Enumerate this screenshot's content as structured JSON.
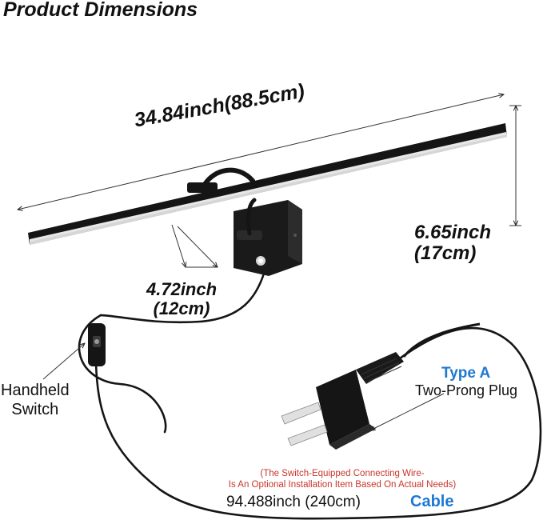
{
  "title": "Product Dimensions",
  "dimensions": {
    "width": "34.84inch(88.5cm)",
    "height_line1": "6.65inch",
    "height_line2": "(17cm)",
    "depth_line1": "4.72inch",
    "depth_line2": "(12cm)"
  },
  "switch": {
    "line1": "Handheld",
    "line2": "Switch"
  },
  "plug": {
    "type": "Type A",
    "name": "Two-Prong Plug"
  },
  "cable": {
    "note_line1": "(The Switch-Equipped Connecting Wire-",
    "note_line2": "Is An Optional Installation Item Based On Actual Needs)",
    "length": "94.488inch (240cm)",
    "label": "Cable"
  },
  "colors": {
    "accent": "#1f78d1",
    "note": "#c8362b",
    "product": "#151515"
  }
}
